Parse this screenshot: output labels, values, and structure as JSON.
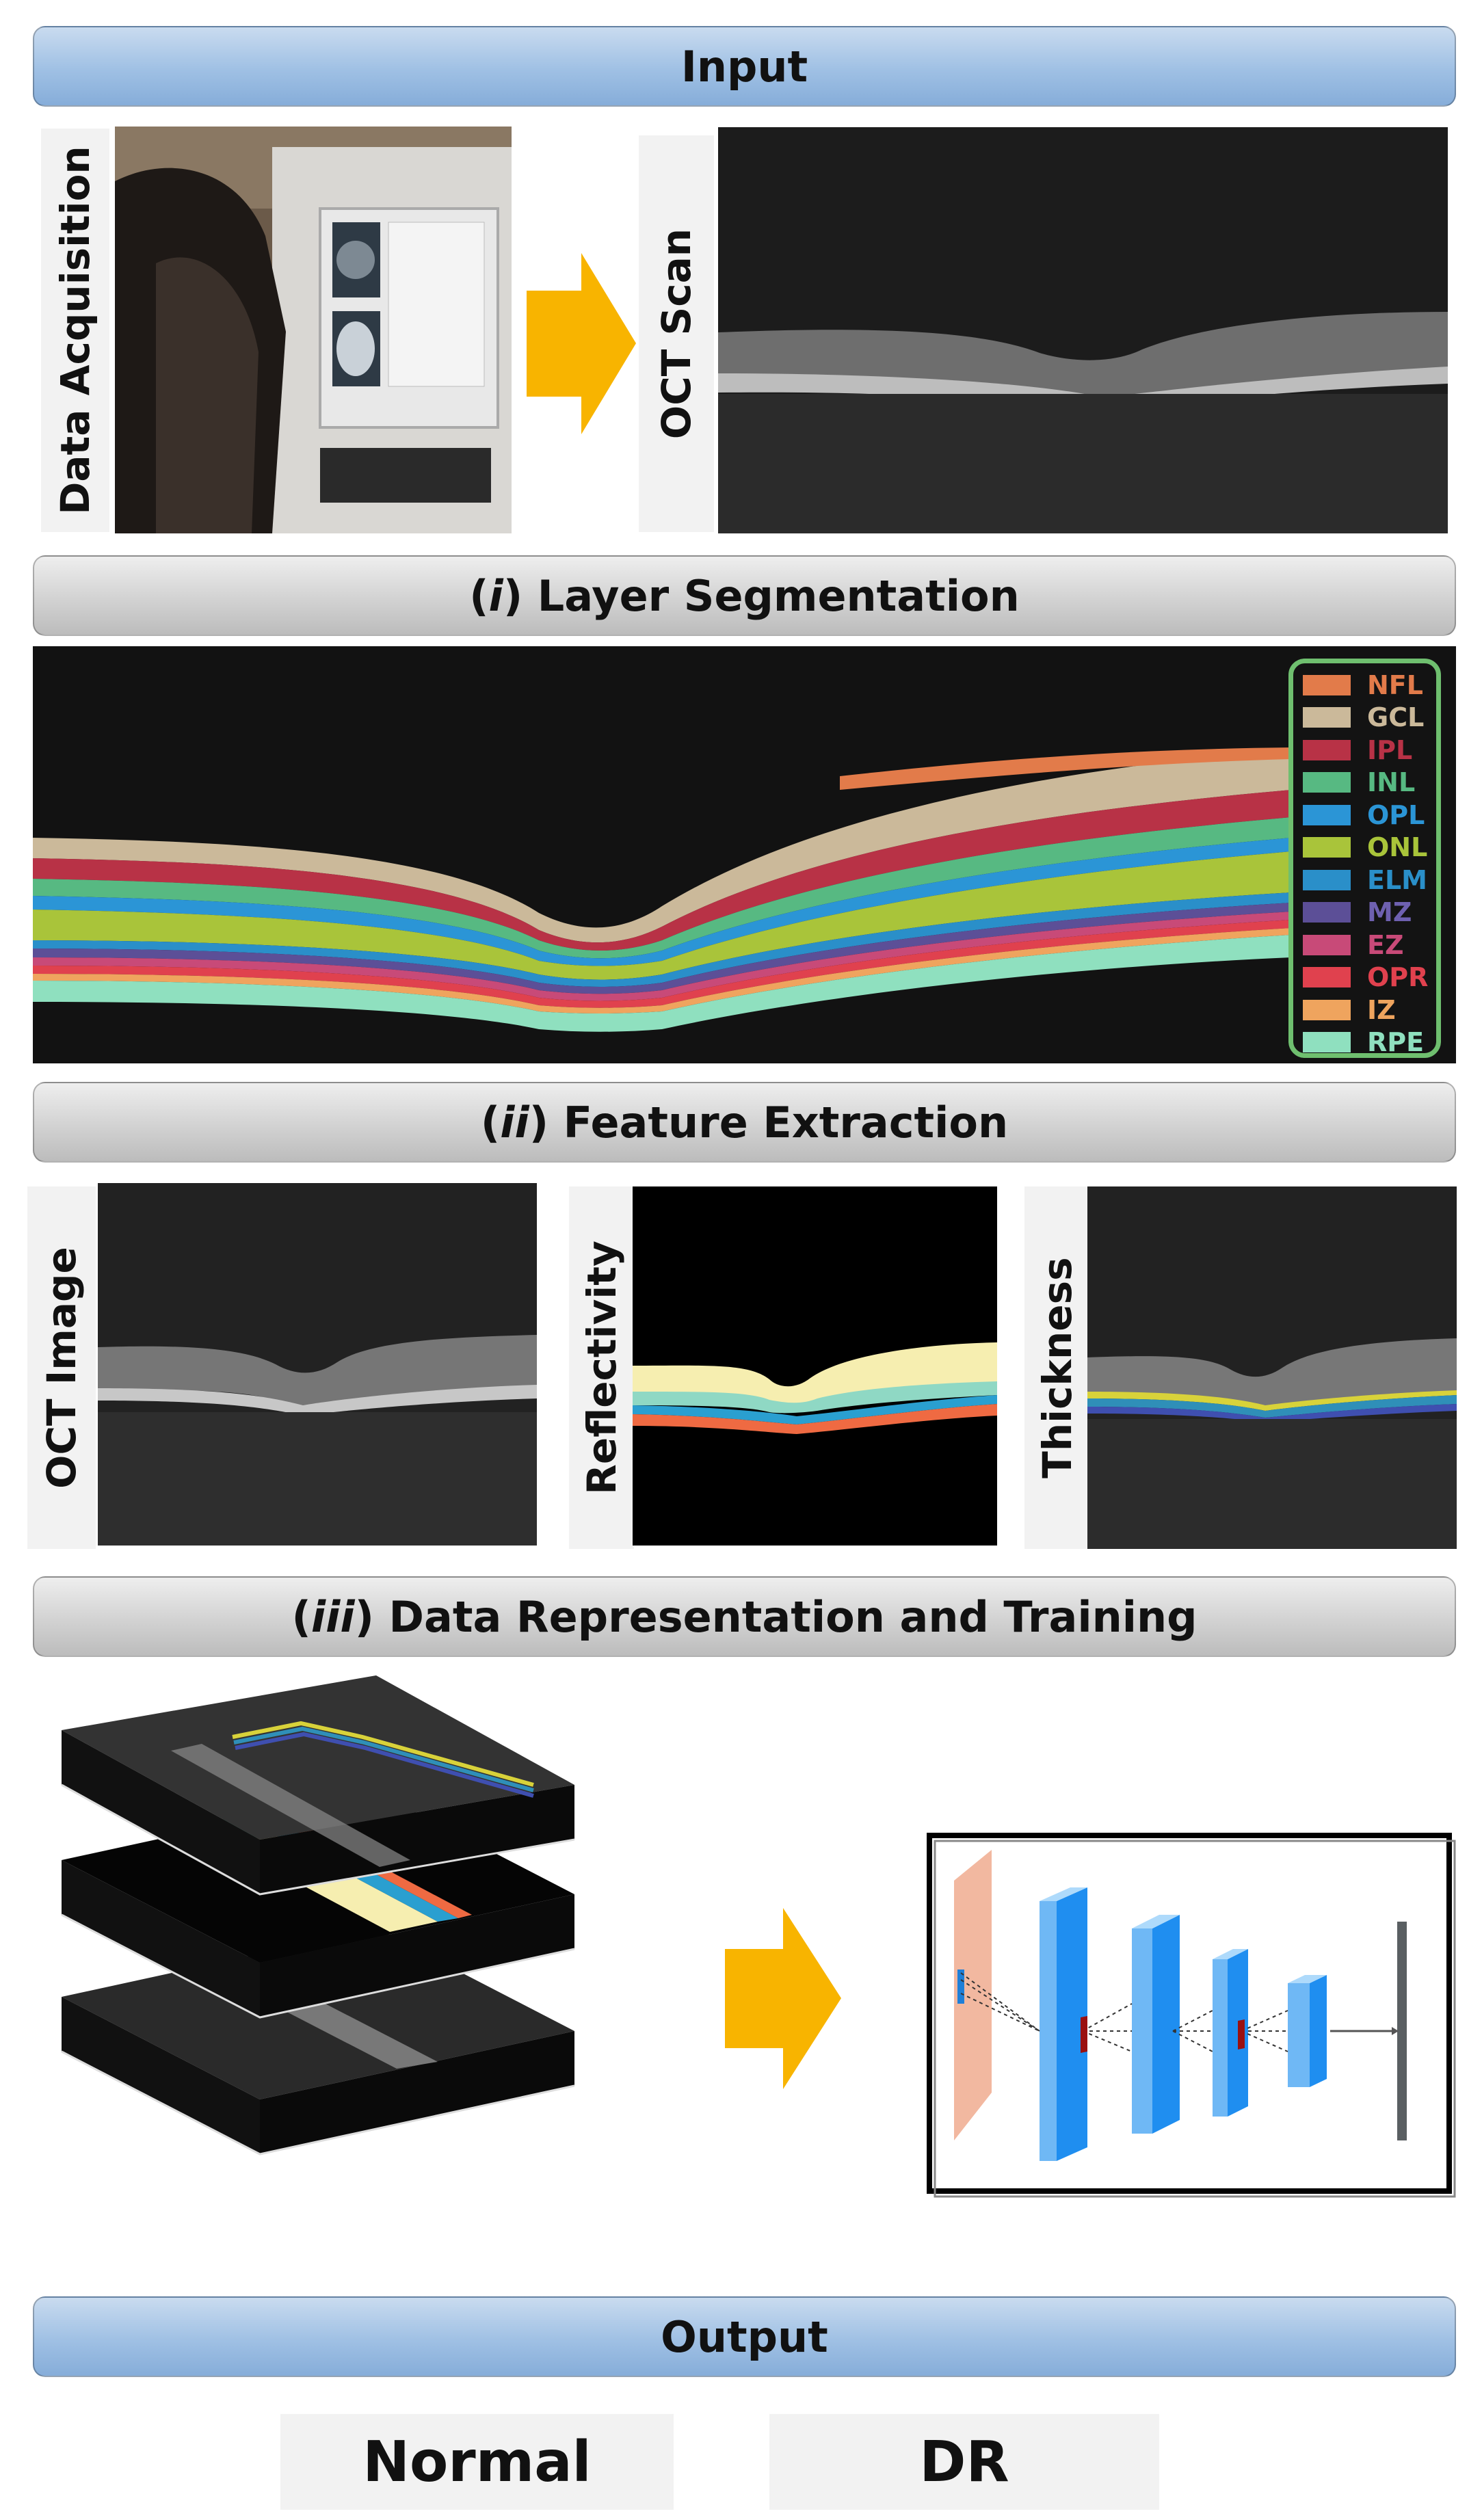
{
  "sections": {
    "input": "Input",
    "seg_prefix": "(",
    "seg_italic": "i",
    "seg_suffix": ") Layer Segmentation",
    "feat_prefix": "(",
    "feat_italic": "ii",
    "feat_suffix": ") Feature Extraction",
    "train_prefix": "(",
    "train_italic": "iii",
    "train_suffix": ") Data Representation and Training",
    "output": "Output"
  },
  "input_panel": {
    "data_acquisition": "Data Acquisition",
    "oct_scan": "OCT Scan"
  },
  "legend": [
    {
      "label": "NFL",
      "color": "#e27b4a"
    },
    {
      "label": "GCL",
      "color": "#cbb99a"
    },
    {
      "label": "IPL",
      "color": "#b83246"
    },
    {
      "label": "INL",
      "color": "#57b982"
    },
    {
      "label": "OPL",
      "color": "#2b95d6"
    },
    {
      "label": "ONL",
      "color": "#a9c43a"
    },
    {
      "label": "ELM",
      "color": "#2a8fc9"
    },
    {
      "label": "MZ",
      "color": "#5c4f97"
    },
    {
      "label": "EZ",
      "color": "#c84a78"
    },
    {
      "label": "OPR",
      "color": "#e0414e"
    },
    {
      "label": "IZ",
      "color": "#efa45e"
    },
    {
      "label": "RPE",
      "color": "#8fe0bf"
    }
  ],
  "features": {
    "oct_image": "OCT Image",
    "reflectivity": "Reflectivity",
    "thickness": "Thickness"
  },
  "outputs": {
    "normal": "Normal",
    "dr": "DR"
  },
  "colors": {
    "arrow": "#f8b400",
    "banner_blue": "#9fc0e4",
    "banner_gray": "#d2d2d2"
  }
}
